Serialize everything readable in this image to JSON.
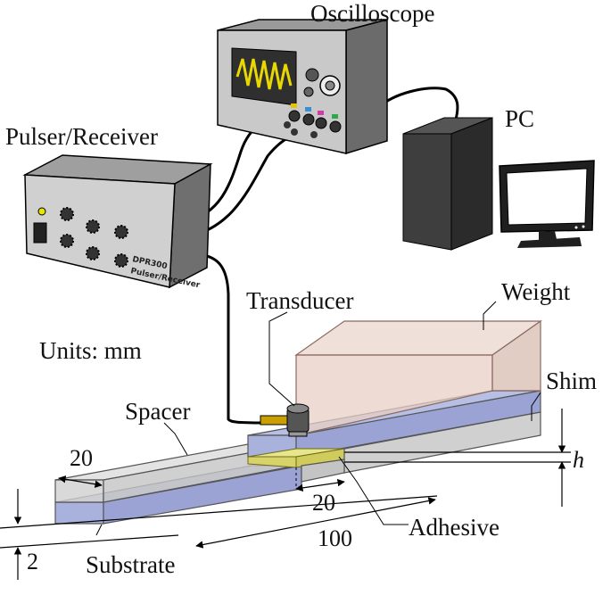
{
  "labels": {
    "oscilloscope": "Oscilloscope",
    "pulser_receiver": "Pulser/Receiver",
    "pc": "PC",
    "transducer": "Transducer",
    "weight": "Weight",
    "units": "Units: mm",
    "spacer": "Spacer",
    "shim": "Shim",
    "adhesive": "Adhesive",
    "substrate": "Substrate"
  },
  "device_text": {
    "line1": "DPR300",
    "line2": "Pulser/Receiver"
  },
  "dimensions": {
    "spacer_width": "20",
    "overlap_length": "20",
    "total_length": "100",
    "thickness": "2",
    "shim_thickness": "h"
  },
  "colors": {
    "substrate": "#a9b1dd",
    "weight": "#e7cfc6",
    "spacer": "#cfcfcf",
    "adhesive": "#e8e68a",
    "scope_screen": "#2f2f2f",
    "scope_trace": "#e8d800",
    "pc_body": "#3a3a3a"
  }
}
